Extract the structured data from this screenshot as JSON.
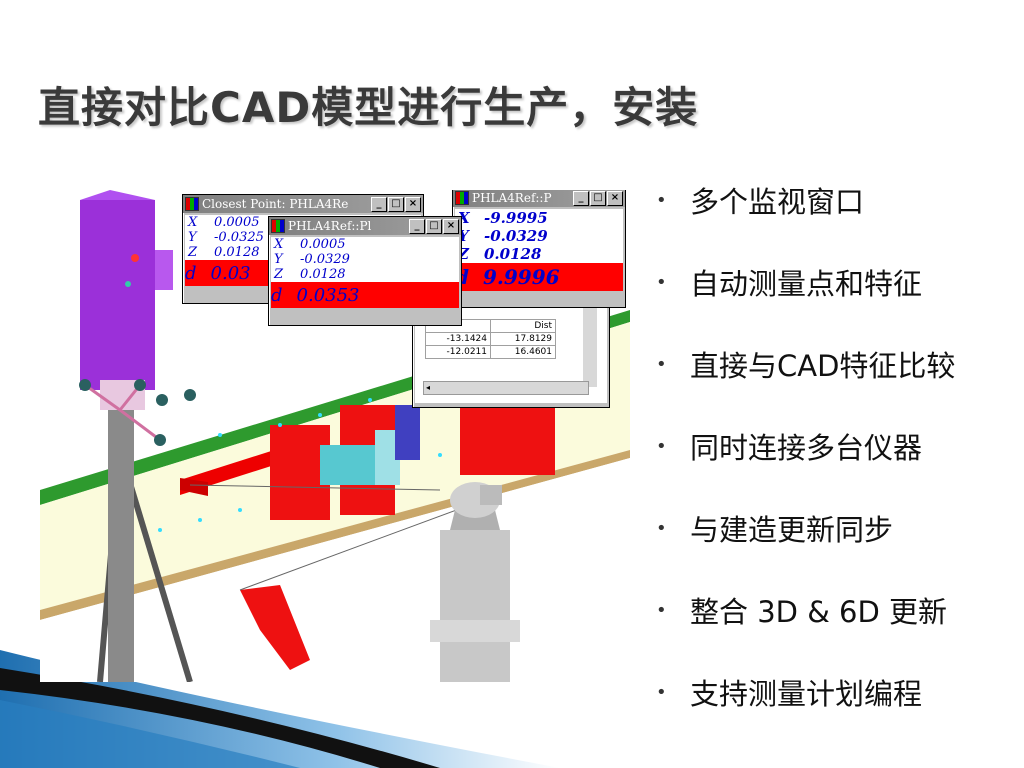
{
  "title": "直接对比CAD模型进行生产，安装",
  "bullets": [
    "多个监视窗口",
    "自动测量点和特征",
    "直接与CAD特征比较",
    "同时连接多台仪器",
    "与建造更新同步",
    "整合 3D & 6D 更新",
    "支持测量计划编程"
  ],
  "windows": {
    "closest": {
      "title": "Closest Point: PHLA4Re",
      "x_label": "X",
      "x_value": "0.0005",
      "y_label": "Y",
      "y_value": "-0.0325",
      "z_label": "Z",
      "z_value": "0.0128",
      "d_label": "d",
      "d_value": "0.03"
    },
    "phla_mid": {
      "title": "PHLA4Ref::Pl",
      "x_label": "X",
      "x_value": "0.0005",
      "y_label": "Y",
      "y_value": "-0.0329",
      "z_label": "Z",
      "z_value": "0.0128",
      "d_label": "d",
      "d_value": "0.0353"
    },
    "phla_right": {
      "title": "PHLA4Ref::P",
      "x_label": "X",
      "x_value": "-9.9995",
      "y_label": "Y",
      "y_value": "-0.0329",
      "z_label": "Z",
      "z_value": "0.0128",
      "d_label": "d",
      "d_value": "9.9996"
    },
    "table": {
      "header": "Dist",
      "rows": [
        [
          "-13.1424",
          "17.8129"
        ],
        [
          "-12.0211",
          "16.4601"
        ]
      ]
    }
  },
  "window_buttons": {
    "minimize": "_",
    "maximize": "□",
    "close": "×"
  },
  "colors": {
    "fixture": "#ff0000",
    "column": "#9b30d9",
    "beam_top": "#d4b27a",
    "beam_front": "#fdfde0",
    "background_gradient": "#2a7fc1"
  }
}
